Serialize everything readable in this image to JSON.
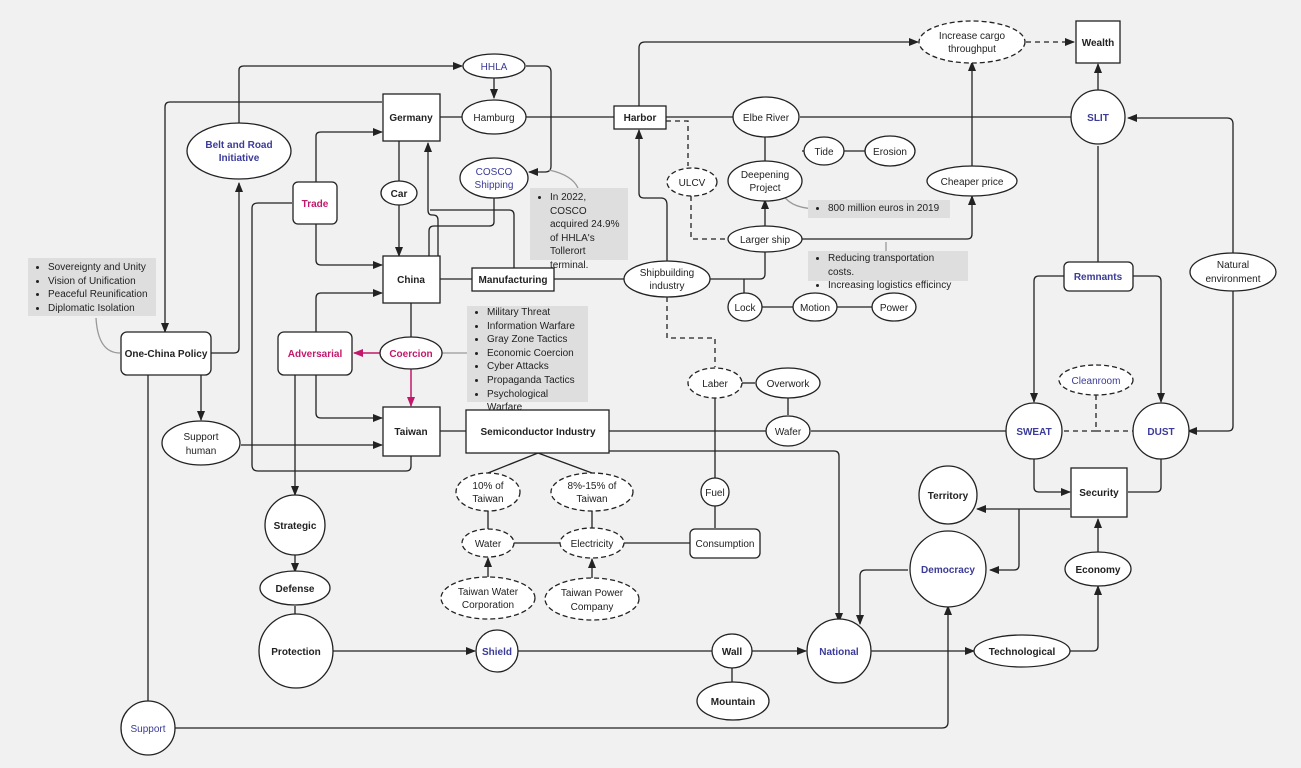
{
  "nodes": {
    "hhla": "HHLA",
    "hamburg": "Hamburg",
    "germany": "Germany",
    "cosco1": "COSCO",
    "cosco2": "Shipping",
    "bri1": "Belt and Road",
    "bri2": "Initiative",
    "trade": "Trade",
    "car": "Car",
    "china": "China",
    "manufacturing": "Manufacturing",
    "harbor": "Harbor",
    "elbe": "Elbe River",
    "tide": "Tide",
    "erosion": "Erosion",
    "deepening1": "Deepening",
    "deepening2": "Project",
    "ulcv": "ULCV",
    "larger_ship": "Larger ship",
    "shipbuilding1": "Shipbuilding",
    "shipbuilding2": "industry",
    "lock": "Lock",
    "motion": "Motion",
    "power": "Power",
    "increase1": "Increase cargo",
    "increase2": "throughput",
    "wealth": "Wealth",
    "slit": "SLIT",
    "cheaper": "Cheaper price",
    "remnants": "Remnants",
    "natural1": "Natural",
    "natural2": "environment",
    "cleanroom": "Cleanroom",
    "sweat": "SWEAT",
    "dust": "DUST",
    "security": "Security",
    "territory": "Territory",
    "democracy": "Democracy",
    "economy": "Economy",
    "national": "National",
    "technological": "Technological",
    "one_china": "One-China Policy",
    "adversarial": "Adversarial",
    "coercion": "Coercion",
    "taiwan": "Taiwan",
    "support_human1": "Support",
    "support_human2": "human",
    "semiconductor": "Semiconductor Industry",
    "laber": "Laber",
    "overwork": "Overwork",
    "wafer": "Wafer",
    "fuel": "Fuel",
    "consumption": "Consumption",
    "ten1": "10% of",
    "ten2": "Taiwan",
    "eight1": "8%-15% of",
    "eight2": "Taiwan",
    "water": "Water",
    "electricity": "Electricity",
    "twc1": "Taiwan Water",
    "twc2": "Corporation",
    "tpc1": "Taiwan Power",
    "tpc2": "Company",
    "strategic": "Strategic",
    "defense": "Defense",
    "protection": "Protection",
    "shield": "Shield",
    "wall": "Wall",
    "mountain": "Mountain",
    "support": "Support"
  },
  "notes": {
    "policy": [
      "Sovereignty and Unity",
      "Vision of Unification",
      "Peaceful Reunification",
      "Diplomatic Isolation"
    ],
    "cosco": [
      "In 2022, COSCO acquired 24.9% of HHLA's Tollerort terminal."
    ],
    "cost": [
      "800 million euros in 2019"
    ],
    "logistics": [
      "Reducing transportation costs.",
      "Increasing logistics efficincy"
    ],
    "threats": [
      "Military Threat",
      "Information Warfare",
      "Gray Zone Tactics",
      "Economic Coercion",
      "Cyber Attacks",
      "Propaganda Tactics",
      "Psychological Warfare"
    ]
  },
  "colors": {
    "blue_text": "#3b3b99",
    "magenta": "#c2186b",
    "line": "#222222",
    "background": "#f1f1f1",
    "note": "#dedede"
  }
}
